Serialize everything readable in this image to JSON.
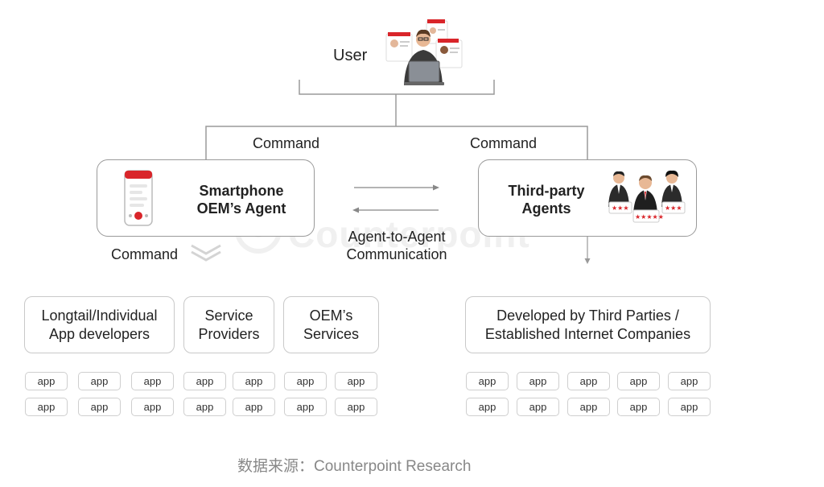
{
  "user": {
    "label": "User"
  },
  "commands": {
    "left": "Command",
    "right": "Command",
    "bottom_left": "Command"
  },
  "oem_agent": {
    "line1": "Smartphone",
    "line2": "OEM’s Agent"
  },
  "third_party": {
    "line1": "Third-party",
    "line2": "Agents"
  },
  "a2a": {
    "line1": "Agent-to-Agent",
    "line2": "Communication"
  },
  "watermark": "Counterpoint",
  "categories": [
    {
      "line1": "Longtail/Individual",
      "line2": "App developers"
    },
    {
      "line1": "Service",
      "line2": "Providers"
    },
    {
      "line1": "OEM’s",
      "line2": "Services"
    },
    {
      "line1": "Developed by Third Parties /",
      "line2": "Established Internet Companies"
    }
  ],
  "app_label": "app",
  "source": {
    "prefix": "数据来源：",
    "name": "Counterpoint Research"
  },
  "colors": {
    "accent_red": "#d9252a",
    "line_gray": "#9a9a9a"
  }
}
